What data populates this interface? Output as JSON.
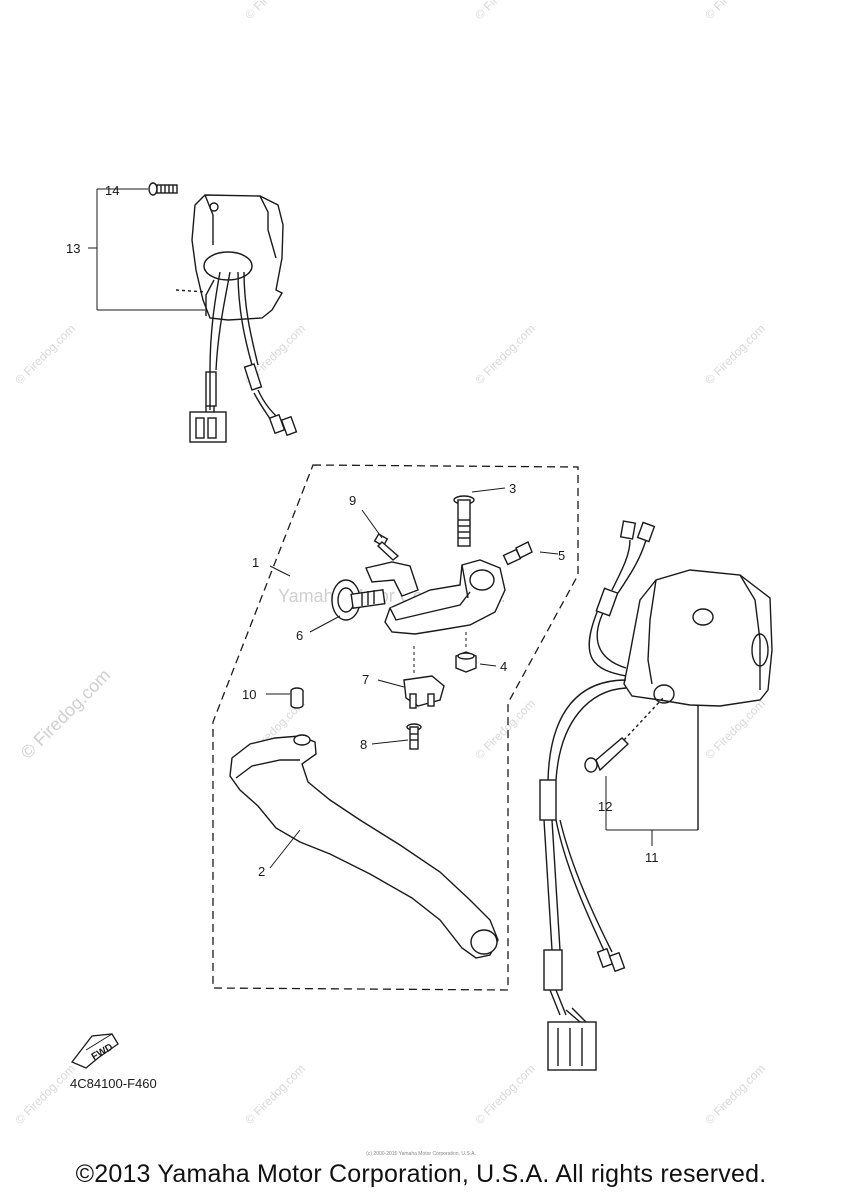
{
  "watermark_text": "© Firedog.com",
  "center_watermark": "Yamaha Motor Corp., U.S.A.",
  "callouts": {
    "c1": "1",
    "c2": "2",
    "c3": "3",
    "c4": "4",
    "c5": "5",
    "c6": "6",
    "c7": "7",
    "c8": "8",
    "c9": "9",
    "c10": "10",
    "c11": "11",
    "c12": "12",
    "c13": "13",
    "c14": "14"
  },
  "fwd_label": "FWD",
  "diagram_code": "4C84100-F460",
  "tiny_note": "(c) 2000-2015 Yamaha Motor Corporation, U.S.A.",
  "copyright": "©2013 Yamaha Motor Corporation, U.S.A. All rights reserved."
}
